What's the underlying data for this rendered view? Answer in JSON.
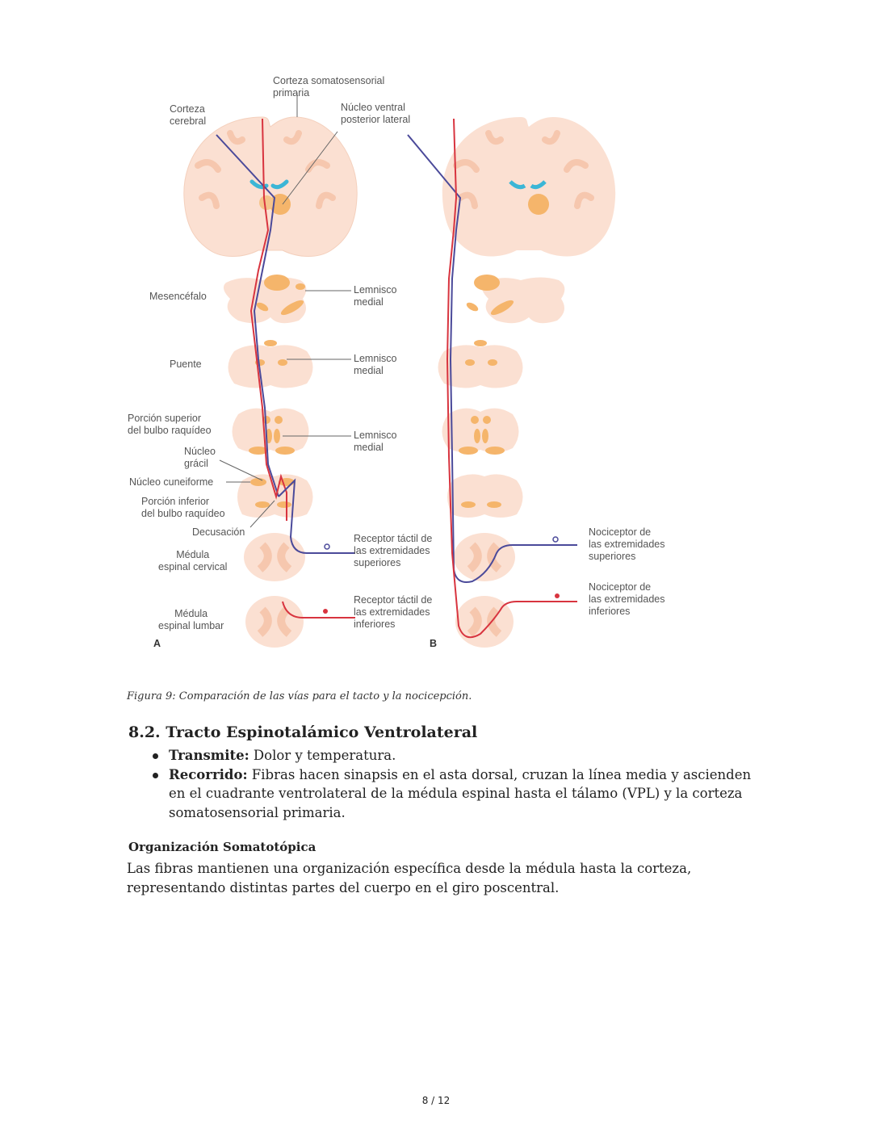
{
  "figure": {
    "panel_a": {
      "letter": "A",
      "labels": {
        "corteza_somatosensorial": "Corteza somatosensorial\nprimaria",
        "corteza_cerebral": "Corteza\ncerebral",
        "nucleo_vpl": "Núcleo ventral\nposterior lateral",
        "mesencefalo": "Mesencéfalo",
        "lemnisco_1": "Lemnisco\nmedial",
        "puente": "Puente",
        "lemnisco_2": "Lemnisco\nmedial",
        "bulbo_superior": "Porción superior\ndel bulbo raquídeo",
        "lemnisco_3": "Lemnisco\nmedial",
        "nucleo_gracil": "Núcleo\ngrácil",
        "nucleo_cuneiforme": "Núcleo cuneiforme",
        "bulbo_inferior": "Porción inferior\ndel bulbo raquídeo",
        "decusacion": "Decusación",
        "medula_cervical": "Médula\nespinal cervical",
        "medula_lumbar": "Médula\nespinal lumbar",
        "receptor_superiores": "Receptor táctil de\nlas extremidades\nsuperiores",
        "receptor_inferiores": "Receptor táctil de\nlas extremidades\ninferiores"
      }
    },
    "panel_b": {
      "letter": "B",
      "labels": {
        "nociceptor_superiores": "Nociceptor de\nlas extremidades\nsuperiores",
        "nociceptor_inferiores": "Nociceptor de\nlas extremidades\ninferiores"
      }
    },
    "colors": {
      "tissue": "#fbe0d2",
      "tissue_dark": "#f6c7ae",
      "nuclei": "#f5b56b",
      "ventricle": "#3bb6d6",
      "red_path": "#d8343f",
      "blue_path": "#4b4a9a"
    }
  },
  "caption": "Figura 9: Comparación de las vías para el tacto y la nocicepción.",
  "section": {
    "heading": "8.2. Tracto Espinotalámico Ventrolateral",
    "bullets": [
      {
        "label": "Transmite:",
        "text": " Dolor y temperatura."
      },
      {
        "label": "Recorrido:",
        "text": " Fibras hacen sinapsis en el asta dorsal, cruzan la línea media y ascienden en el cuadrante ventrolateral de la médula espinal hasta el tálamo (VPL) y la corteza somatosensorial primaria."
      }
    ],
    "subheading": "Organización Somatotópica",
    "paragraph": "Las fibras mantienen una organización específica desde la médula hasta la corteza, representando distintas partes del cuerpo en el giro poscentral."
  },
  "page": {
    "indicator": "8 / 12"
  }
}
